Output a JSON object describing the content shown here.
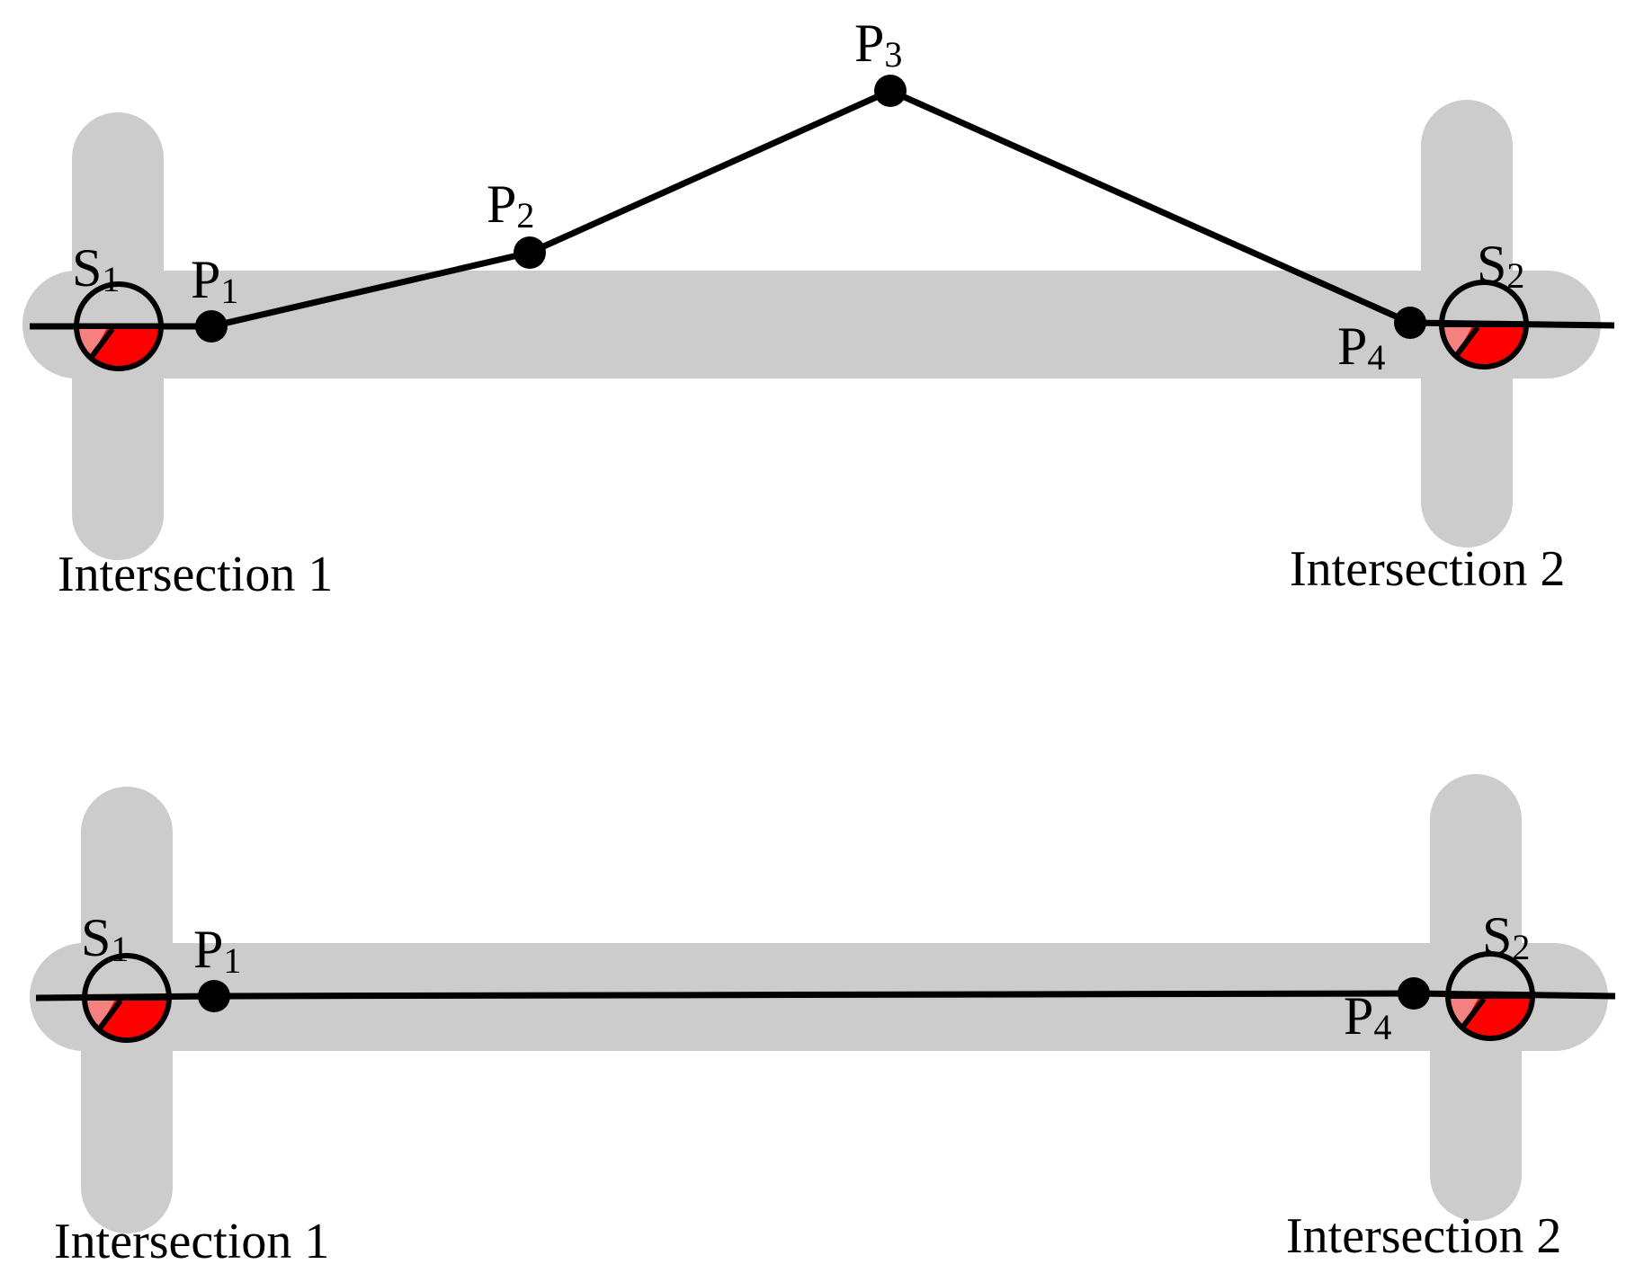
{
  "colors": {
    "road": "#cccccc",
    "line": "#000000",
    "signal_fill": "#ff0000",
    "signal_light": "#f48080",
    "background": "#ffffff"
  },
  "top": {
    "s1": {
      "main": "S",
      "sub": "1"
    },
    "s2": {
      "main": "S",
      "sub": "2"
    },
    "p1": {
      "main": "P",
      "sub": "1"
    },
    "p2": {
      "main": "P",
      "sub": "2"
    },
    "p3": {
      "main": "P",
      "sub": "3"
    },
    "p4": {
      "main": "P",
      "sub": "4"
    },
    "intersection1": "Intersection 1",
    "intersection2": "Intersection 2"
  },
  "bottom": {
    "s1": {
      "main": "S",
      "sub": "1"
    },
    "s2": {
      "main": "S",
      "sub": "2"
    },
    "p1": {
      "main": "P",
      "sub": "1"
    },
    "p4": {
      "main": "P",
      "sub": "4"
    },
    "intersection1": "Intersection 1",
    "intersection2": "Intersection 2"
  }
}
